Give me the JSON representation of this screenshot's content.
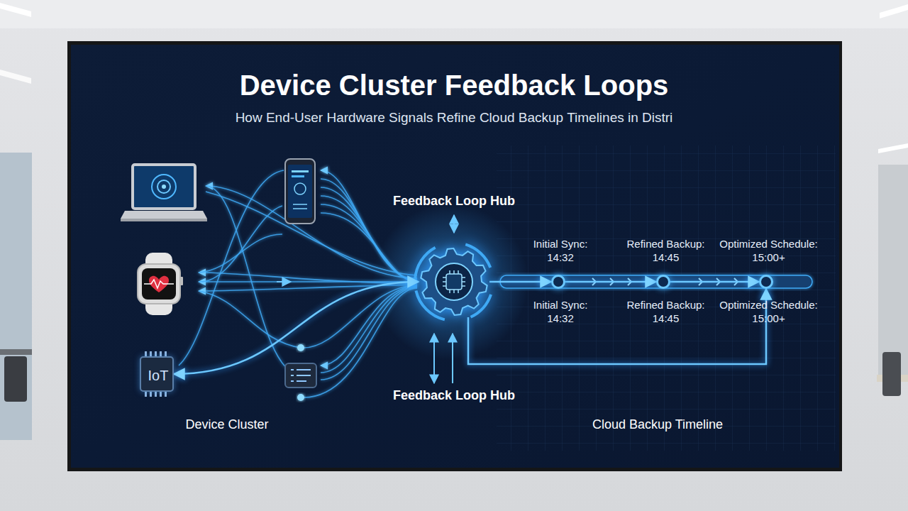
{
  "diagram": {
    "title": "Device Cluster Feedback Loops",
    "nodes": [
      {
        "text": [
          "IoT"
        ]
      },
      {
        "text": [
          "Feedback Loop Hub",
          "Feedback Loop Hub"
        ]
      },
      {
        "text": [
          "Initial Sync: 14:32",
          "Initial Sync: 14:32"
        ]
      },
      {
        "text": [
          "Refined Backup: 14:45",
          "Refined Backup: 14:45"
        ]
      },
      {
        "text": [
          "Optimized Schedule: 15:00+",
          "Optimized Schedule: 15:00+"
        ]
      }
    ],
    "edges": [
      {
        "from": 0,
        "to": 1,
        "arrow": "both"
      },
      {
        "from": 1,
        "to": 2,
        "arrow": "to"
      },
      {
        "from": 2,
        "to": 3,
        "arrow": "to"
      },
      {
        "from": 3,
        "to": 4,
        "arrow": "to"
      },
      {
        "from": 1,
        "to": 4,
        "arrow": "to"
      }
    ],
    "labels": [
      "How End-User Hardware Signals Refine Cloud Backup Timelines in Distri",
      "Device Cluster",
      "Cloud Backup Timeline"
    ]
  }
}
